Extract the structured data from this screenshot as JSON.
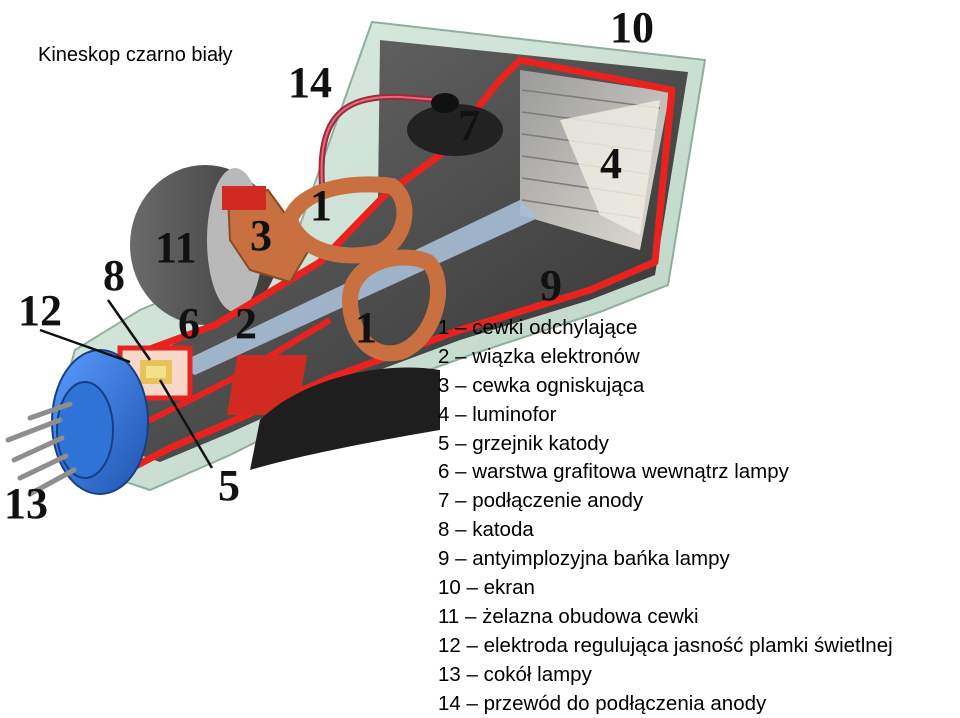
{
  "title": "Kineskop czarno biały",
  "callouts": [
    "10",
    "14",
    "7",
    "4",
    "1",
    "3",
    "11",
    "8",
    "9",
    "12",
    "6",
    "2",
    "1",
    "5",
    "13"
  ],
  "legend": [
    "1 – cewki odchylające",
    "2 – wiązka elektronów",
    "3 – cewka ogniskująca",
    "4 – luminofor",
    "5 – grzejnik katody",
    "6 – warstwa grafitowa wewnątrz lampy",
    "7 – podłączenie anody",
    "8 – katoda",
    "9 – antyimplozyjna bańka lampy",
    "10 – ekran",
    "11 – żelazna obudowa cewki",
    "12 – elektroda regulująca jasność plamki świetlnej",
    "13 – cokół lampy",
    "14 – przewód do podłączenia anody"
  ],
  "colors": {
    "graphite_layer": "#e8231f",
    "glass": "#cfe3d8",
    "coil_copper": "#c8703f",
    "socket_blue": "#2f73d6",
    "beam": "#a8bfd6"
  }
}
